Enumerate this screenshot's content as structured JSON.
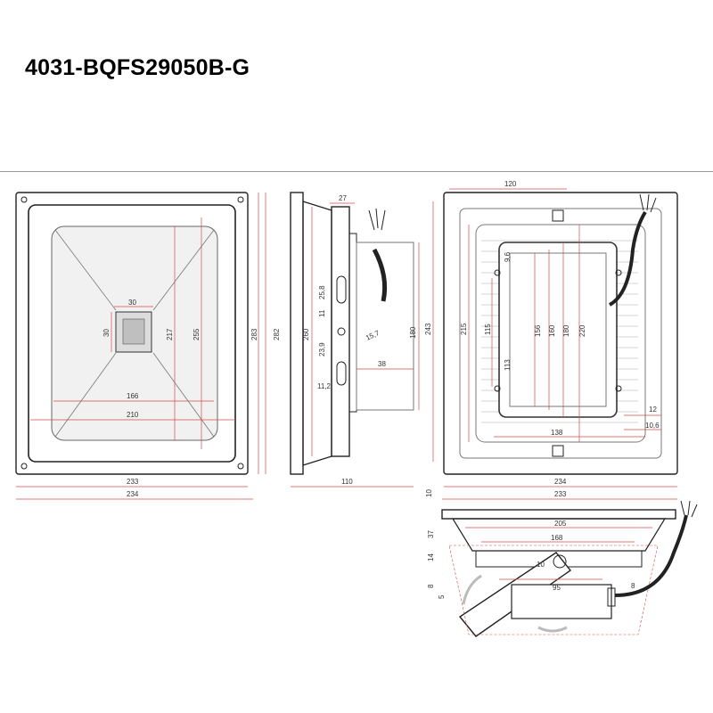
{
  "title": "4031-BQFS29050B-G",
  "views": {
    "front": {
      "dims": {
        "d30": "30",
        "d30v": "30",
        "d217": "217",
        "d255": "255",
        "d166": "166",
        "d210": "210",
        "d233": "233",
        "d234": "234",
        "d283": "283"
      }
    },
    "side": {
      "dims": {
        "d282": "282",
        "d260": "260",
        "d27": "27",
        "d25_8": "25,8",
        "d11": "11",
        "d23_9": "23,9",
        "d15_7": "15,7",
        "d11_2": "11,2",
        "d38": "38",
        "d180": "180",
        "d110": "110"
      }
    },
    "back": {
      "dims": {
        "d120": "120",
        "d243": "243",
        "d215": "215",
        "d9_6": "9,6",
        "d115": "115",
        "d113": "113",
        "d156": "156",
        "d160": "160",
        "d180": "180",
        "d220": "220",
        "d12": "12",
        "d10_6": "10,6",
        "d138": "138",
        "d234": "234"
      }
    },
    "bottom": {
      "dims": {
        "d10": "10",
        "d233": "233",
        "d205": "205",
        "d37": "37",
        "d168": "168",
        "d14": "14",
        "d10b": "10",
        "d8": "8",
        "d95": "95",
        "d8b": "8",
        "d5": "5"
      }
    }
  }
}
